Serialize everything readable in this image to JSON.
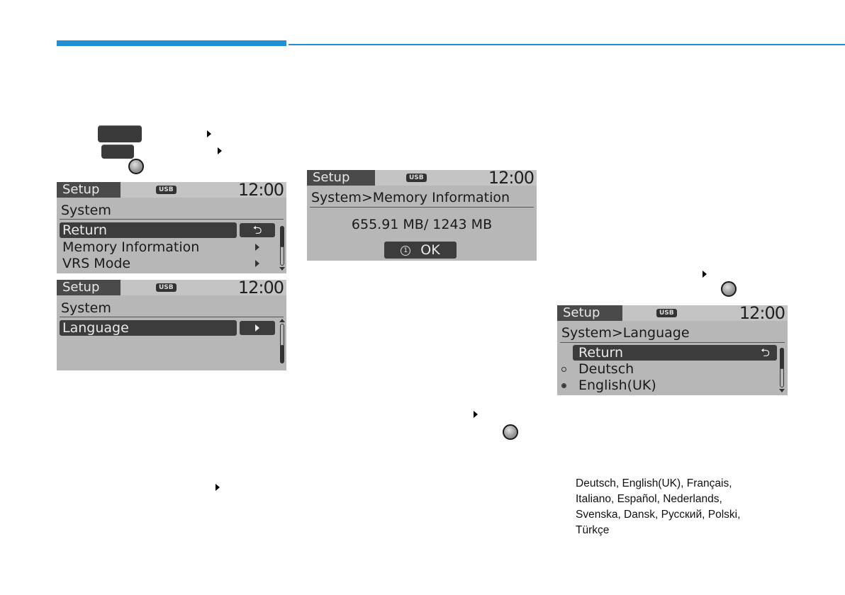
{
  "header_accent": "#1f8fd6",
  "icons": [
    "arrow-right-icon",
    "tune-knob-icon",
    "return-arrow-icon",
    "scroll-up-icon",
    "scroll-down-icon",
    "radio-button-icon"
  ],
  "screen1": {
    "tab": "Setup",
    "usb": "USB",
    "clock": "12:00",
    "subtitle": "System",
    "items": [
      "Return",
      "Memory Information",
      "VRS Mode"
    ]
  },
  "screen2": {
    "tab": "Setup",
    "usb": "USB",
    "clock": "12:00",
    "subtitle": "System",
    "items": [
      "Language"
    ]
  },
  "screen3": {
    "tab": "Setup",
    "usb": "USB",
    "clock": "12:00",
    "subtitle": "System>Memory Information",
    "value": "655.91 MB/ 1243 MB",
    "ok_num": "1",
    "ok_label": "OK"
  },
  "screen4": {
    "tab": "Setup",
    "usb": "USB",
    "clock": "12:00",
    "subtitle": "System>Language",
    "items": [
      "Return",
      "Deutsch",
      "English(UK)"
    ]
  },
  "languages_text": [
    "Deutsch, English(UK), Français,",
    "Italiano, Español, Nederlands,",
    "Svenska, Dansk, Русский, Polski,",
    "Türkçe"
  ]
}
